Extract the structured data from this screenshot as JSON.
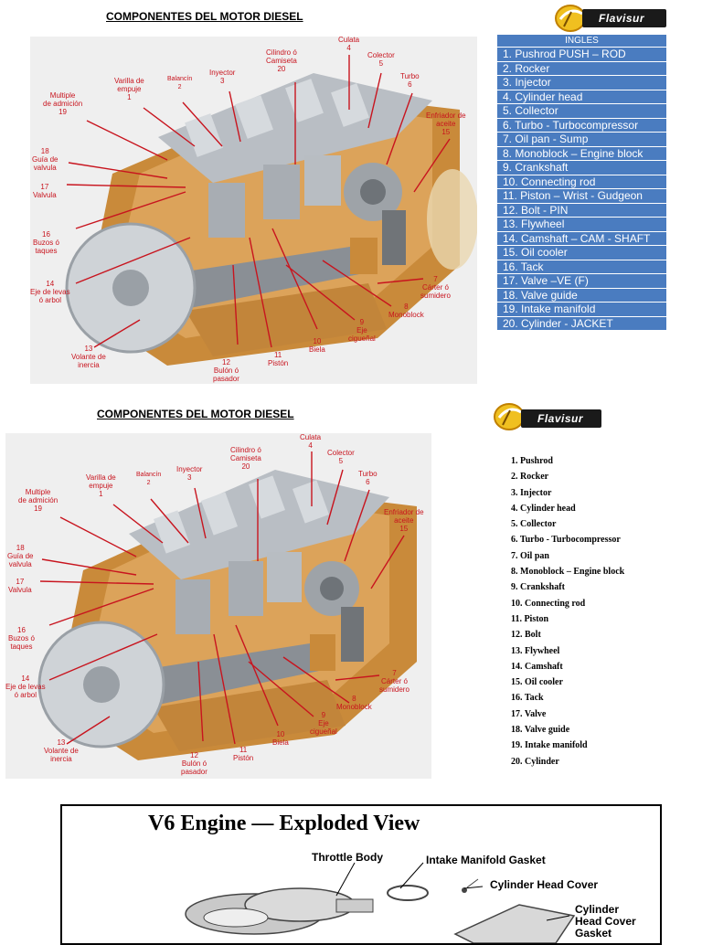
{
  "top": {
    "title": "COMPONENTES DEL MOTOR DIESEL",
    "logo_text": "Flavisur",
    "table_header": "INGLES",
    "table_rows": [
      "1. Pushrod PUSH – ROD",
      "2. Rocker",
      "3. Injector",
      "4. Cylinder head",
      "5. Collector",
      "6. Turbo - Turbocompressor",
      "7. Oil pan - Sump",
      "8. Monoblock – Engine block",
      "9. Crankshaft",
      "10. Connecting rod",
      "11. Piston – Wrist - Gudgeon",
      "12. Bolt - PIN",
      "13. Flywheel",
      "14. Camshaft – CAM - SHAFT",
      "15. Oil cooler",
      "16. Tack",
      "17. Valve –VE (F)",
      "18. Valve guide",
      "19. Intake manifold",
      "20. Cylinder - JACKET"
    ]
  },
  "diagram_labels": {
    "l1": [
      "Varilla de",
      "empuje",
      "1"
    ],
    "l2": [
      "Balancín",
      "2"
    ],
    "l3": [
      "Inyector",
      "3"
    ],
    "l4": [
      "Culata",
      "4"
    ],
    "l5": [
      "Colector",
      "5"
    ],
    "l6": [
      "Turbo",
      "6"
    ],
    "l7": [
      "7",
      "Cárter ó",
      "sumidero"
    ],
    "l8": [
      "8",
      "Monoblock"
    ],
    "l9": [
      "9",
      "Eje",
      "cigueñal"
    ],
    "l10": [
      "10",
      "Biela"
    ],
    "l11": [
      "11",
      "Pistón"
    ],
    "l12": [
      "12",
      "Bulón ó",
      "pasador"
    ],
    "l13": [
      "13",
      "Volante de",
      "inercia"
    ],
    "l14": [
      "14",
      "Eje de levas",
      "ó arbol"
    ],
    "l15": [
      "Enfriador de",
      "aceite",
      "15"
    ],
    "l16": [
      "16",
      "Buzos ó",
      "taques"
    ],
    "l17": [
      "17",
      "Valvula"
    ],
    "l18": [
      "18",
      "Guía de",
      "valvula"
    ],
    "l19": [
      "Multiple",
      "de admición",
      "19"
    ],
    "l20": [
      "Cilindro ó",
      "Camiseta",
      "20"
    ]
  },
  "bottom": {
    "title": "COMPONENTES DEL MOTOR DIESEL",
    "logo_text": "Flavisur",
    "list": [
      "1. Pushrod",
      "2. Rocker",
      "3. Injector",
      "4. Cylinder head",
      "5. Collector",
      "6. Turbo - Turbocompressor",
      "7. Oil pan",
      "8. Monoblock – Engine block",
      "9. Crankshaft",
      "10. Connecting rod",
      "11. Piston",
      "12. Bolt",
      "13. Flywheel",
      "14. Camshaft",
      "15. Oil cooler",
      "16. Tack",
      "17. Valve",
      "18. Valve guide",
      "19. Intake manifold",
      "20. Cylinder"
    ]
  },
  "v6": {
    "title": "V6 Engine — Exploded View",
    "labels": {
      "throttle_body": "Throttle Body",
      "intake_gasket": "Intake Manifold Gasket",
      "cyl_head_cover": "Cylinder Head Cover",
      "cyl_head_cover_gasket": [
        "Cylinder",
        "Head Cover",
        "Gasket"
      ]
    }
  }
}
